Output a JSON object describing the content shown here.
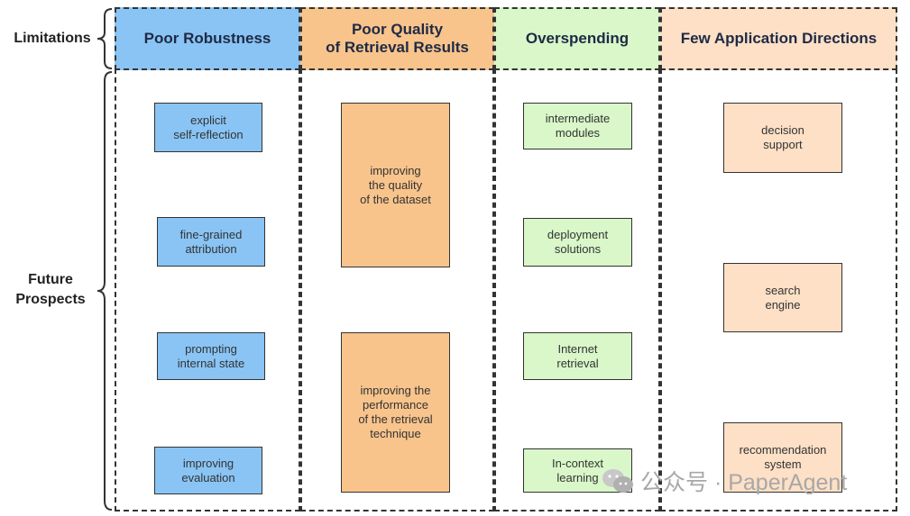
{
  "row_labels": {
    "limitations": "Limitations",
    "future_prospects": "Future\nProspects"
  },
  "columns": [
    {
      "header": "Poor Robustness",
      "color": "#89c4f4",
      "items": [
        "explicit\nself-reflection",
        "fine-grained\nattribution",
        "prompting\ninternal state",
        "improving\nevaluation"
      ]
    },
    {
      "header": "Poor Quality\nof Retrieval Results",
      "color": "#f8c48c",
      "items": [
        "improving\nthe quality\nof the dataset",
        "improving the\nperformance\nof the retrieval\ntechnique"
      ]
    },
    {
      "header": "Overspending",
      "color": "#d9f7c8",
      "items": [
        "intermediate\nmodules",
        "deployment\nsolutions",
        "Internet\nretrieval",
        "In-context\nlearning"
      ]
    },
    {
      "header": "Few Application Directions",
      "color": "#fde0c6",
      "items": [
        "decision\nsupport",
        "search\nengine",
        "recommendation\nsystem"
      ]
    }
  ],
  "watermark": {
    "text": "公众号 · PaperAgent",
    "icon": "wechat-icon"
  }
}
